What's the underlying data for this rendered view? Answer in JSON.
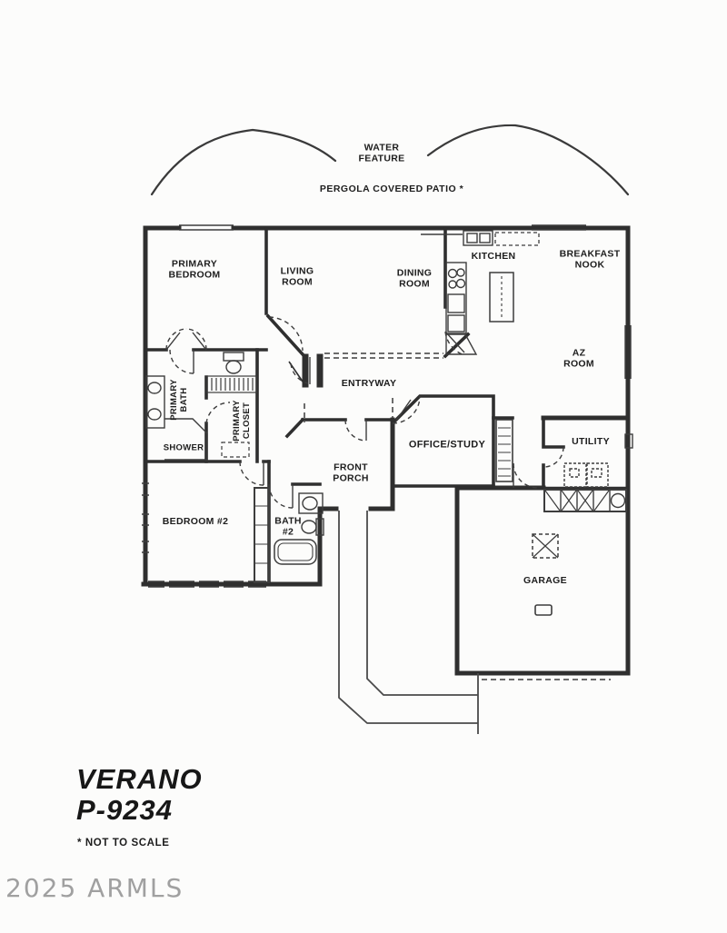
{
  "page": {
    "background": "#fcfcfb",
    "line_color": "#2f2f2f"
  },
  "patio": {
    "water_feature": "WATER\nFEATURE",
    "pergola_label": "PERGOLA COVERED PATIO *"
  },
  "rooms": {
    "primary_bedroom": "PRIMARY\nBEDROOM",
    "living_room": "LIVING\nROOM",
    "dining_room": "DINING\nROOM",
    "kitchen": "KITCHEN",
    "breakfast_nook": "BREAKFAST\nNOOK",
    "az_room": "AZ\nROOM",
    "entryway": "ENTRYWAY",
    "primary_bath": "PRIMARY\nBATH",
    "primary_closet": "PRIMARY\nCLOSET",
    "shower": "SHOWER",
    "office_study": "OFFICE/STUDY",
    "utility": "UTILITY",
    "front_porch": "FRONT\nPORCH",
    "bedroom_2": "BEDROOM #2",
    "bath_2": "BATH\n#2",
    "garage": "GARAGE"
  },
  "title_block": {
    "model_name": "VERANO",
    "plan_number": "P-9234",
    "scale_note": "* NOT TO SCALE"
  },
  "watermark": {
    "text": "2025 ARMLS",
    "color": "#a0a0a0"
  }
}
